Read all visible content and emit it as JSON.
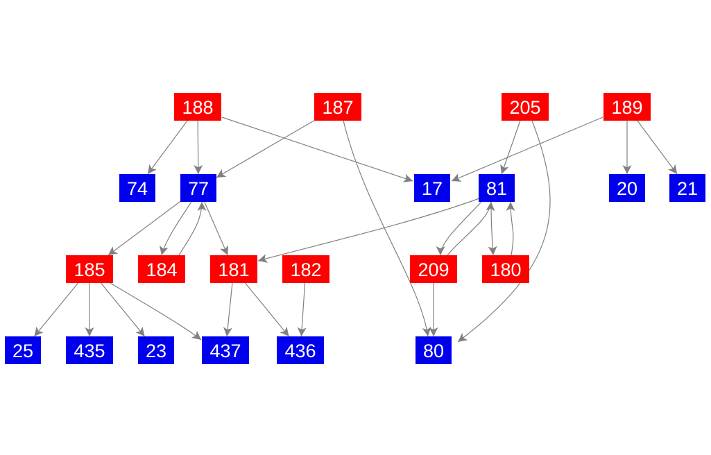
{
  "colors": {
    "red": "#ff0000",
    "blue": "#0000ee",
    "edge": "#808080"
  },
  "nodes": [
    {
      "id": "188",
      "label": "188",
      "color": "red"
    },
    {
      "id": "187",
      "label": "187",
      "color": "red"
    },
    {
      "id": "205",
      "label": "205",
      "color": "red"
    },
    {
      "id": "189",
      "label": "189",
      "color": "red"
    },
    {
      "id": "74",
      "label": "74",
      "color": "blue"
    },
    {
      "id": "77",
      "label": "77",
      "color": "blue"
    },
    {
      "id": "17",
      "label": "17",
      "color": "blue"
    },
    {
      "id": "81",
      "label": "81",
      "color": "blue"
    },
    {
      "id": "20",
      "label": "20",
      "color": "blue"
    },
    {
      "id": "21",
      "label": "21",
      "color": "blue"
    },
    {
      "id": "185",
      "label": "185",
      "color": "red"
    },
    {
      "id": "184",
      "label": "184",
      "color": "red"
    },
    {
      "id": "181",
      "label": "181",
      "color": "red"
    },
    {
      "id": "182",
      "label": "182",
      "color": "red"
    },
    {
      "id": "209",
      "label": "209",
      "color": "red"
    },
    {
      "id": "180",
      "label": "180",
      "color": "red"
    },
    {
      "id": "25",
      "label": "25",
      "color": "blue"
    },
    {
      "id": "435",
      "label": "435",
      "color": "blue"
    },
    {
      "id": "23",
      "label": "23",
      "color": "blue"
    },
    {
      "id": "437",
      "label": "437",
      "color": "blue"
    },
    {
      "id": "436",
      "label": "436",
      "color": "blue"
    },
    {
      "id": "80",
      "label": "80",
      "color": "blue"
    }
  ],
  "edges": [
    {
      "from": "188",
      "to": "74"
    },
    {
      "from": "188",
      "to": "77"
    },
    {
      "from": "188",
      "to": "17"
    },
    {
      "from": "187",
      "to": "77"
    },
    {
      "from": "187",
      "to": "80"
    },
    {
      "from": "205",
      "to": "81"
    },
    {
      "from": "205",
      "to": "80"
    },
    {
      "from": "189",
      "to": "17"
    },
    {
      "from": "189",
      "to": "20"
    },
    {
      "from": "189",
      "to": "21"
    },
    {
      "from": "77",
      "to": "185"
    },
    {
      "from": "77",
      "to": "184"
    },
    {
      "from": "184",
      "to": "77"
    },
    {
      "from": "77",
      "to": "181"
    },
    {
      "from": "81",
      "to": "181"
    },
    {
      "from": "81",
      "to": "209"
    },
    {
      "from": "209",
      "to": "81"
    },
    {
      "from": "81",
      "to": "180"
    },
    {
      "from": "180",
      "to": "81"
    },
    {
      "from": "185",
      "to": "25"
    },
    {
      "from": "185",
      "to": "435"
    },
    {
      "from": "185",
      "to": "23"
    },
    {
      "from": "185",
      "to": "437"
    },
    {
      "from": "181",
      "to": "437"
    },
    {
      "from": "181",
      "to": "436"
    },
    {
      "from": "182",
      "to": "436"
    },
    {
      "from": "209",
      "to": "80"
    }
  ]
}
